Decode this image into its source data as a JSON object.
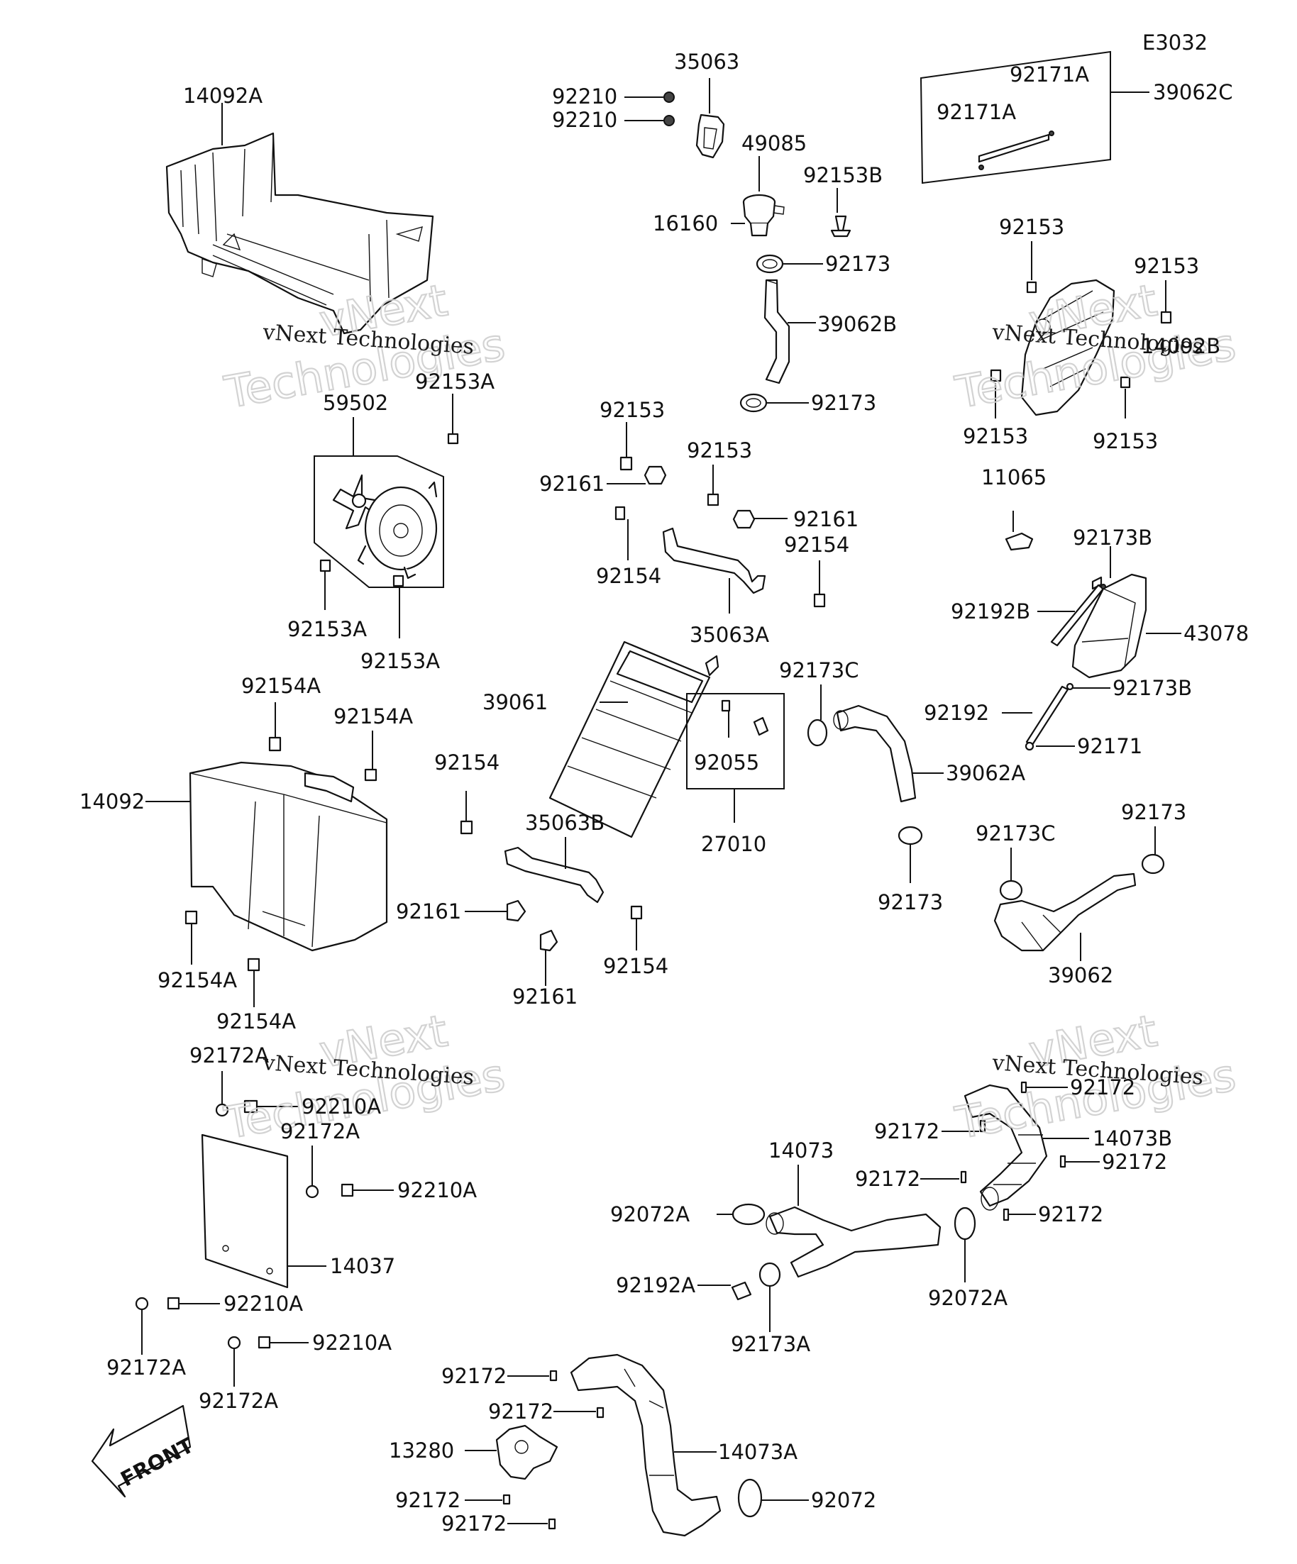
{
  "diagram_code": "E3032",
  "front_label": "FRONT",
  "watermark": {
    "line1": "vNext",
    "line2": "Technologies",
    "inline": "vNext Technologies"
  },
  "labels": [
    {
      "id": "14092A",
      "text": "14092A"
    },
    {
      "id": "35063",
      "text": "35063"
    },
    {
      "id": "92210_a",
      "text": "92210"
    },
    {
      "id": "92210_b",
      "text": "92210"
    },
    {
      "id": "49085",
      "text": "49085"
    },
    {
      "id": "92153B",
      "text": "92153B"
    },
    {
      "id": "16160",
      "text": "16160"
    },
    {
      "id": "92173_a",
      "text": "92173"
    },
    {
      "id": "39062B",
      "text": "39062B"
    },
    {
      "id": "92173_b",
      "text": "92173"
    },
    {
      "id": "92171A_a",
      "text": "92171A"
    },
    {
      "id": "92171A_b",
      "text": "92171A"
    },
    {
      "id": "39062C",
      "text": "39062C"
    },
    {
      "id": "92153_r1",
      "text": "92153"
    },
    {
      "id": "92153_r2",
      "text": "92153"
    },
    {
      "id": "14092B",
      "text": "14092B"
    },
    {
      "id": "92153_r3",
      "text": "92153"
    },
    {
      "id": "92153_r4",
      "text": "92153"
    },
    {
      "id": "92153A_a",
      "text": "92153A"
    },
    {
      "id": "59502",
      "text": "59502"
    },
    {
      "id": "92153A_b",
      "text": "92153A"
    },
    {
      "id": "92153A_c",
      "text": "92153A"
    },
    {
      "id": "92153_c1",
      "text": "92153"
    },
    {
      "id": "92161_c1",
      "text": "92161"
    },
    {
      "id": "92153_c2",
      "text": "92153"
    },
    {
      "id": "92161_c2",
      "text": "92161"
    },
    {
      "id": "92154_c1",
      "text": "92154"
    },
    {
      "id": "92154_c2",
      "text": "92154"
    },
    {
      "id": "35063A",
      "text": "35063A"
    },
    {
      "id": "11065",
      "text": "11065"
    },
    {
      "id": "92173B_a",
      "text": "92173B"
    },
    {
      "id": "92192B",
      "text": "92192B"
    },
    {
      "id": "43078",
      "text": "43078"
    },
    {
      "id": "92173C_a",
      "text": "92173C"
    },
    {
      "id": "92173B_b",
      "text": "92173B"
    },
    {
      "id": "92192",
      "text": "92192"
    },
    {
      "id": "92171",
      "text": "92171"
    },
    {
      "id": "39061",
      "text": "39061"
    },
    {
      "id": "92055",
      "text": "92055"
    },
    {
      "id": "27010",
      "text": "27010"
    },
    {
      "id": "39062A",
      "text": "39062A"
    },
    {
      "id": "92173_c",
      "text": "92173"
    },
    {
      "id": "92154A_a",
      "text": "92154A"
    },
    {
      "id": "92154A_b",
      "text": "92154A"
    },
    {
      "id": "14092",
      "text": "14092"
    },
    {
      "id": "92154_m",
      "text": "92154"
    },
    {
      "id": "35063B",
      "text": "35063B"
    },
    {
      "id": "92161_m1",
      "text": "92161"
    },
    {
      "id": "92154_m2",
      "text": "92154"
    },
    {
      "id": "92161_m2",
      "text": "92161"
    },
    {
      "id": "92173C_b",
      "text": "92173C"
    },
    {
      "id": "92173_d",
      "text": "92173"
    },
    {
      "id": "39062",
      "text": "39062"
    },
    {
      "id": "92154A_c",
      "text": "92154A"
    },
    {
      "id": "92154A_d",
      "text": "92154A"
    },
    {
      "id": "92172A_a",
      "text": "92172A"
    },
    {
      "id": "92210A_a",
      "text": "92210A"
    },
    {
      "id": "92172A_b",
      "text": "92172A"
    },
    {
      "id": "92210A_b",
      "text": "92210A"
    },
    {
      "id": "14037",
      "text": "14037"
    },
    {
      "id": "92210A_c",
      "text": "92210A"
    },
    {
      "id": "92172A_c",
      "text": "92172A"
    },
    {
      "id": "92210A_d",
      "text": "92210A"
    },
    {
      "id": "92172A_d",
      "text": "92172A"
    },
    {
      "id": "92172_t",
      "text": "92172"
    },
    {
      "id": "92172_a",
      "text": "92172"
    },
    {
      "id": "14073B",
      "text": "14073B"
    },
    {
      "id": "14073",
      "text": "14073"
    },
    {
      "id": "92172_b",
      "text": "92172"
    },
    {
      "id": "92172_c",
      "text": "92172"
    },
    {
      "id": "92072A_a",
      "text": "92072A"
    },
    {
      "id": "92172_d",
      "text": "92172"
    },
    {
      "id": "92192A",
      "text": "92192A"
    },
    {
      "id": "92072A_b",
      "text": "92072A"
    },
    {
      "id": "92173A",
      "text": "92173A"
    },
    {
      "id": "92172_e",
      "text": "92172"
    },
    {
      "id": "92172_f",
      "text": "92172"
    },
    {
      "id": "13280",
      "text": "13280"
    },
    {
      "id": "14073A",
      "text": "14073A"
    },
    {
      "id": "92172_g",
      "text": "92172"
    },
    {
      "id": "92072",
      "text": "92072"
    },
    {
      "id": "92172_h",
      "text": "92172"
    }
  ]
}
